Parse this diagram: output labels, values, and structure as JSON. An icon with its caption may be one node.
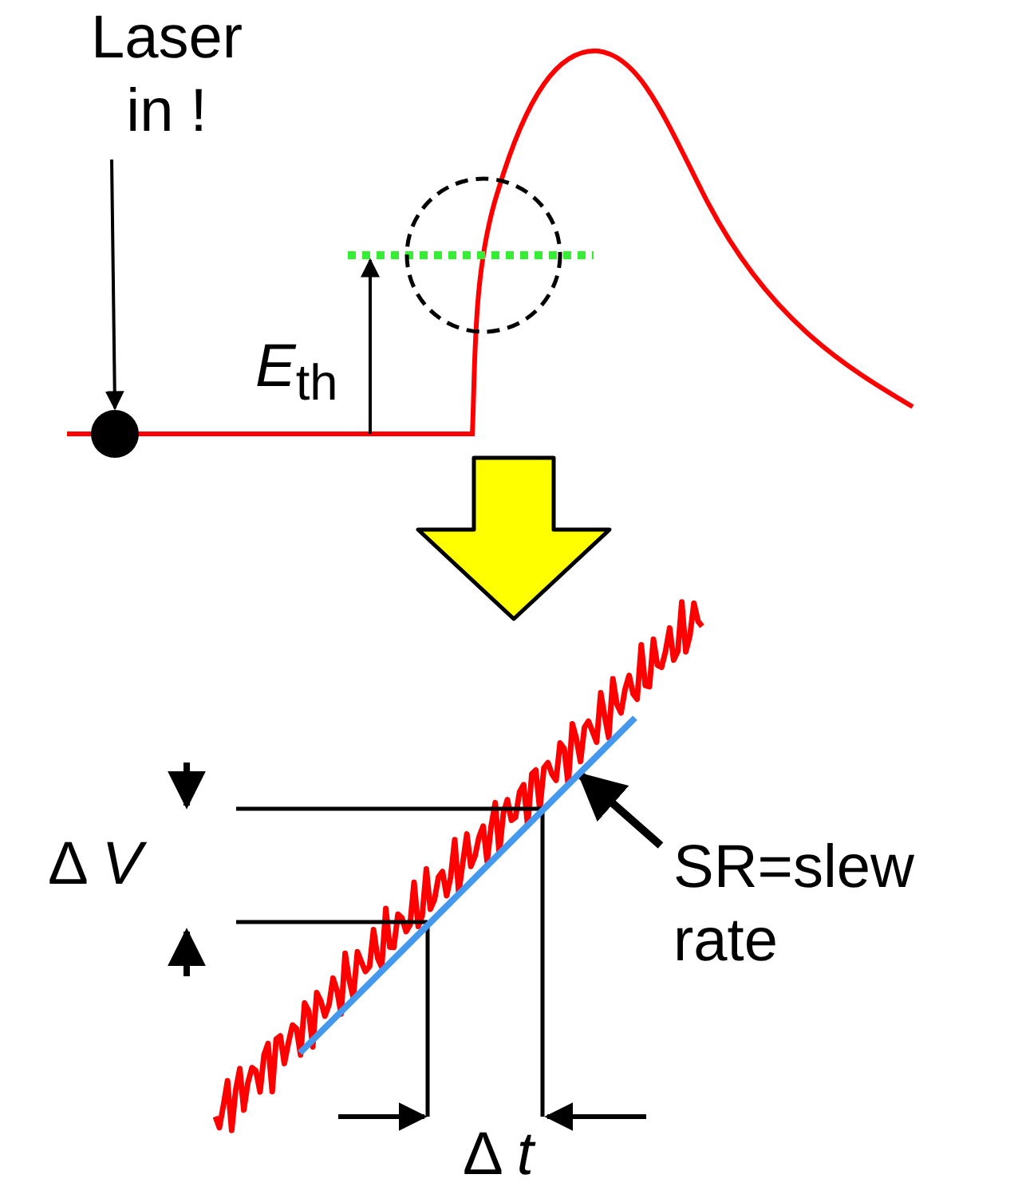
{
  "diagram": {
    "nodes": [
      {
        "text": [
          "Laser in !"
        ]
      },
      {
        "text": [],
        "shape": "circle"
      },
      {
        "text": [
          "SR=slew rate"
        ]
      },
      {
        "text": [],
        "shape": "line"
      }
    ],
    "edges": [
      {
        "from": 0,
        "to": 1,
        "arrow": "to"
      },
      {
        "from": 2,
        "to": 3,
        "arrow": "to",
        "style": "thick"
      }
    ],
    "labels": [
      "*E*$_{th}$",
      "Δ *V*",
      "Δ *t*"
    ]
  }
}
